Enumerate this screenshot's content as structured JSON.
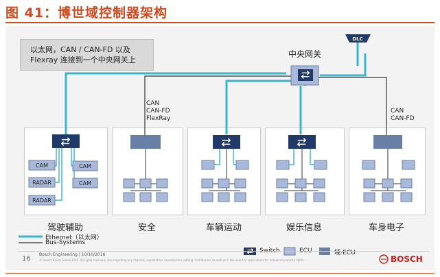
{
  "figure_title": "图 41：博世域控制器架构",
  "note": {
    "line1": "以太网，CAN / CAN-FD 以及",
    "line2": "Flexray 连接到一个中央网关上"
  },
  "gateway": {
    "label": "中央网关",
    "dlc": "DLC"
  },
  "bus_labels": {
    "safety": [
      "CAN",
      "CAN-FD",
      "FlexRay"
    ],
    "body": [
      "CAN",
      "CAN-FD"
    ]
  },
  "domains": [
    {
      "label": "驾驶辅助"
    },
    {
      "label": "安全"
    },
    {
      "label": "车辆运动"
    },
    {
      "label": "娱乐信息"
    },
    {
      "label": "车身电子"
    }
  ],
  "adas_units": [
    "CAM",
    "CAM",
    "RADAR",
    "CAM",
    "RADAR"
  ],
  "legend": {
    "ethernet": "Ethernet（以太网）",
    "bus": "Bus-Systems",
    "switch": "Switch",
    "ecu": "ECU",
    "domain_ecu": "域-ECU"
  },
  "footer": {
    "page": "16",
    "source": "Bosch Engineering | 10/10/2016",
    "copyright": "© Robert Bosch GmbH 2016. All rights reserved, also regarding any disposal, exploitation, reproduction, editing, distribution, as well as in the event of applications for industrial property rights.",
    "brand": "BOSCH"
  },
  "colors": {
    "ethernet": "#3bb4cc",
    "bus": "#333333",
    "switch_fill": "#1f3a68",
    "domain_ecu": "#6a7fa6",
    "ecu": "#a9b9d9",
    "title": "#d14a1e"
  }
}
